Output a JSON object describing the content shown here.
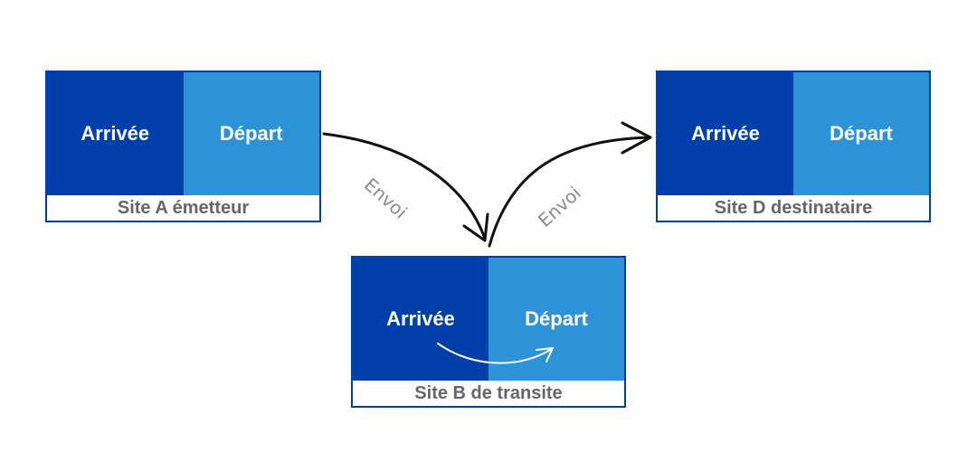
{
  "sites": {
    "a": {
      "arrival_label": "Arrivée",
      "departure_label": "Départ",
      "caption": "Site A émetteur"
    },
    "b": {
      "arrival_label": "Arrivée",
      "departure_label": "Départ",
      "caption": "Site B de transite"
    },
    "d": {
      "arrival_label": "Arrivée",
      "departure_label": "Départ",
      "caption": "Site D destinataire"
    }
  },
  "arrows": {
    "first_label": "Envoi",
    "second_label": "Envoi"
  },
  "colors": {
    "arrival": "#0140ab",
    "departure": "#2d93d7",
    "caption_text": "#666666",
    "arrow": "#111111",
    "arrow_label": "#8a8a8a"
  }
}
